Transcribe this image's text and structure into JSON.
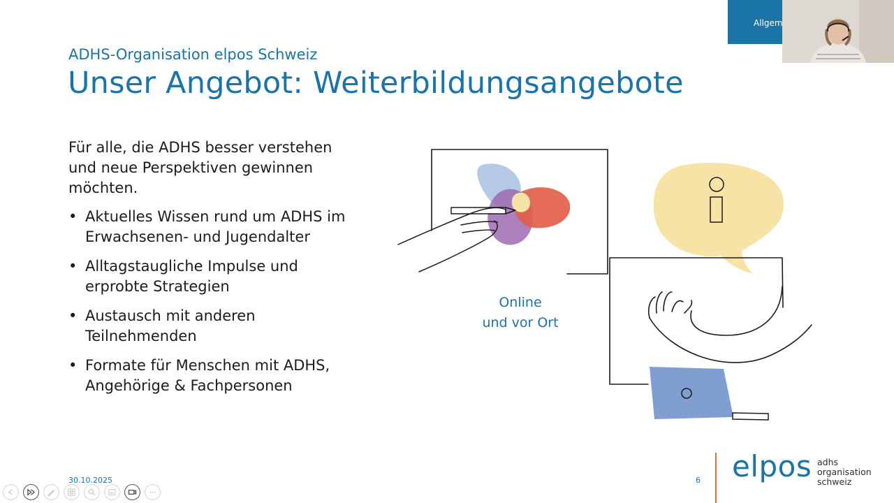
{
  "slide": {
    "subtitle": "ADHS-Organisation elpos Schweiz",
    "title": "Unser Angebot: Weiterbildungsangebote",
    "intro": "Für alle, die ADHS besser verstehen und neue Perspektiven gewinnen möchten.",
    "bullets": [
      "Aktuelles Wissen rund um ADHS im Erwachsenen- und Jugendalter",
      "Alltagstaugliche Impulse und erprobte Strategien",
      "Austausch mit anderen Teilnehmenden",
      "Formate für Menschen mit ADHS, Angehörige & Fachpersonen"
    ],
    "illustration_caption": [
      "Online",
      "und vor Ort"
    ],
    "date": "30.10.2025",
    "page_number": "6"
  },
  "logo": {
    "wordmark": "elpos",
    "tagline": [
      "adhs",
      "organisation",
      "schweiz"
    ]
  },
  "tab": {
    "label": "Allgem"
  },
  "toolbar": {
    "icons": [
      "previous-slide-icon",
      "next-slide-icon",
      "pen-icon",
      "slides-overview-icon",
      "zoom-icon",
      "subtitles-icon",
      "camera-icon",
      "more-options-icon"
    ]
  },
  "colors": {
    "accent": "#1a74a8",
    "logo_separator": "#d9733b",
    "illus_blue": "#aec3e3",
    "illus_purple": "#9d6bb3",
    "illus_orange": "#e2604a",
    "illus_yellow": "#f8e3a6",
    "laptop_blue": "#809ed1"
  }
}
